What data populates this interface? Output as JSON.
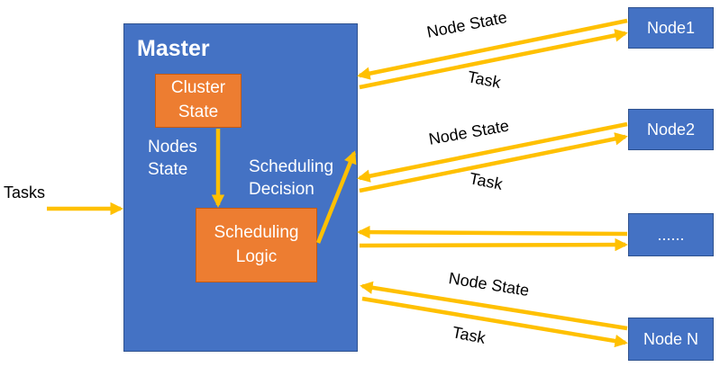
{
  "master": {
    "title": "Master"
  },
  "cluster_state": {
    "line1": "Cluster",
    "line2": "State"
  },
  "scheduling_logic": {
    "line1": "Scheduling",
    "line2": "Logic"
  },
  "nodes_state_label": {
    "line1": "Nodes",
    "line2": "State"
  },
  "scheduling_decision_label": {
    "line1": "Scheduling",
    "line2": "Decision"
  },
  "tasks_input_label": "Tasks",
  "nodes": [
    {
      "label": "Node1",
      "top_label": "Node State",
      "bottom_label": "Task"
    },
    {
      "label": "Node2",
      "top_label": "Node State",
      "bottom_label": "Task"
    },
    {
      "label": "......",
      "top_label": "",
      "bottom_label": ""
    },
    {
      "label": "Node N",
      "top_label": "Node State",
      "bottom_label": "Task"
    }
  ],
  "colors": {
    "master_blue": "#4472C4",
    "orange_box": "#ED7D31",
    "arrow_gold": "#FFC000"
  }
}
